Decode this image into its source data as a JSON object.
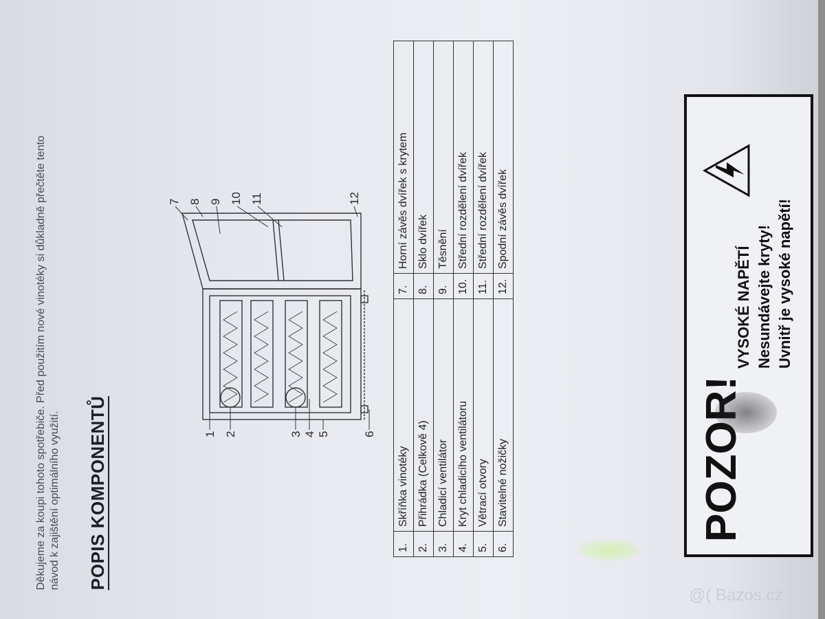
{
  "intro": {
    "line1": "Děkujeme za koupi tohoto spotřebiče. Před použitím nové vinotéky si důkladně přečtěte tento",
    "line2": "návod k zajištění optimálního využití."
  },
  "heading": "POPIS KOMPONENTŮ",
  "diagram_callouts": [
    "1",
    "2",
    "3",
    "4",
    "5",
    "6",
    "7",
    "8",
    "9",
    "10",
    "11",
    "12"
  ],
  "parts": [
    {
      "num": "1.",
      "name": "Skříňka vinotéky",
      "num2": "7.",
      "name2": "Horní závěs dvířek s krytem"
    },
    {
      "num": "2.",
      "name": "Přihrádka (Celkově 4)",
      "num2": "8.",
      "name2": "Sklo dvířek"
    },
    {
      "num": "3.",
      "name": "Chladicí ventilátor",
      "num2": "9.",
      "name2": "Těsnění"
    },
    {
      "num": "4.",
      "name": "Kryt chladicího ventilátoru",
      "num2": "10.",
      "name2": "Střední rozdělení dvířek"
    },
    {
      "num": "5.",
      "name": "Větrací otvory",
      "num2": "11.",
      "name2": "Střední rozdělení dvířek"
    },
    {
      "num": "6.",
      "name": "Stavitelné nožičky",
      "num2": "12.",
      "name2": "Spodní závěs dvířek"
    }
  ],
  "warning": {
    "title": "POZOR!",
    "line1": "VYSOKÉ NAPĚTÍ",
    "line2": "Nesundávejte kryty!",
    "line3": "Uvnitř je vysoké napětí!"
  },
  "watermark": "@( Bazos.cz",
  "colors": {
    "paper": "#e6e8ef",
    "ink": "#1e1e24",
    "background": "#3a3a36"
  }
}
